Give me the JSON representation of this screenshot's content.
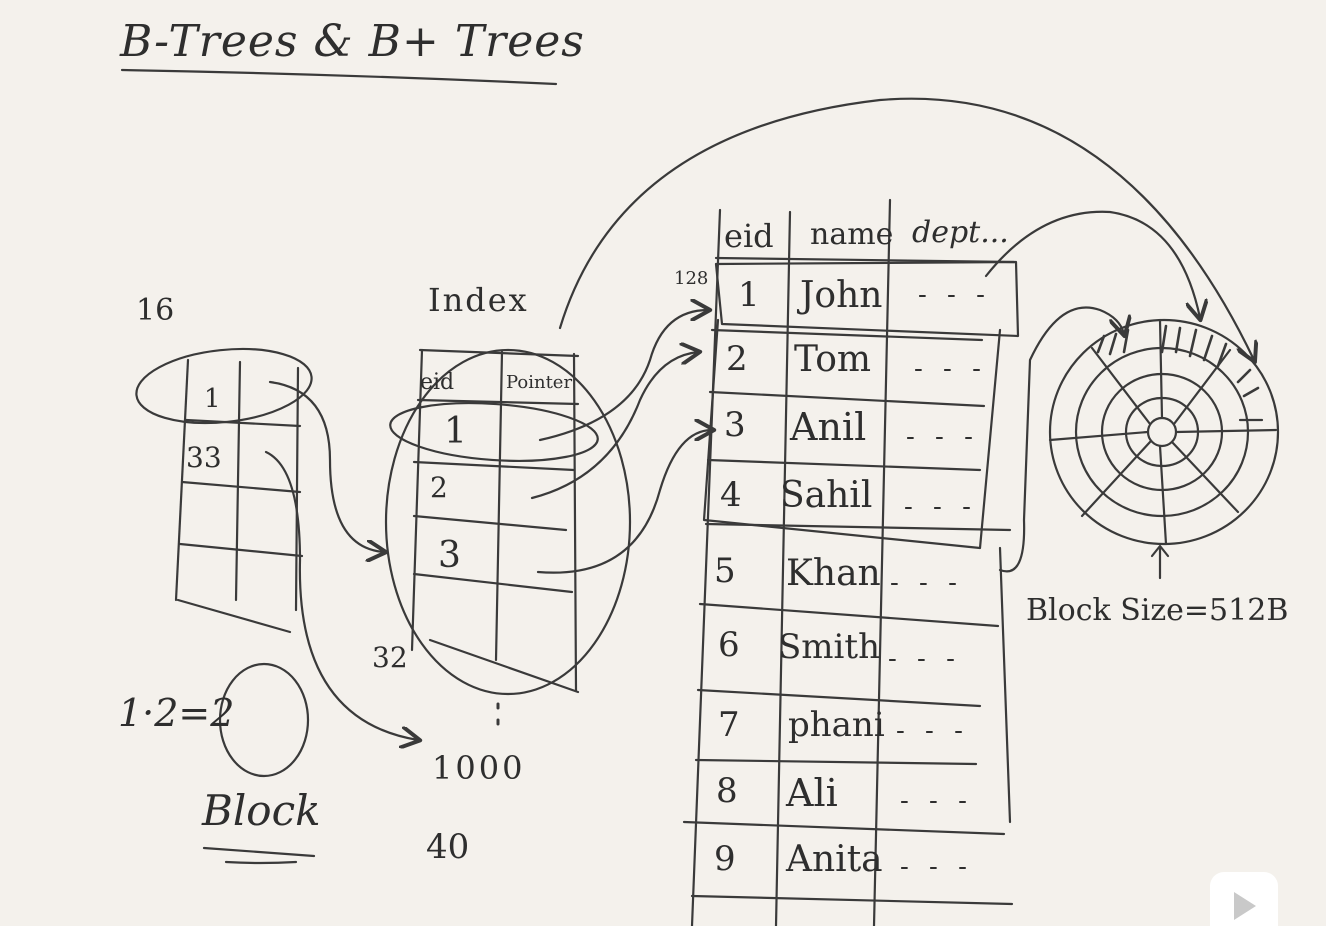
{
  "title": "B-Trees & B+ Trees",
  "left": {
    "count": "16",
    "values": [
      "1",
      "33"
    ],
    "last_value": "32",
    "equation": "1·2=2",
    "block_label": "Block"
  },
  "index": {
    "label": "Index",
    "headers": [
      "eid",
      "Pointer"
    ],
    "rows": [
      "1",
      "2",
      "3"
    ],
    "bottom_value": "1000",
    "count": "40"
  },
  "table": {
    "offset": "128",
    "headers": [
      "eid",
      "name",
      "dept..."
    ],
    "rows": [
      {
        "eid": "1",
        "name": "John",
        "dept": "- - -"
      },
      {
        "eid": "2",
        "name": "Tom",
        "dept": "- - -"
      },
      {
        "eid": "3",
        "name": "Anil",
        "dept": "- - -"
      },
      {
        "eid": "4",
        "name": "Sahil",
        "dept": "- - -"
      },
      {
        "eid": "5",
        "name": "Khan",
        "dept": "- - -"
      },
      {
        "eid": "6",
        "name": "Smith",
        "dept": "- - -"
      },
      {
        "eid": "7",
        "name": "phani",
        "dept": "- - -"
      },
      {
        "eid": "8",
        "name": "Ali",
        "dept": "- - -"
      },
      {
        "eid": "9",
        "name": "Anita",
        "dept": "- - -"
      }
    ]
  },
  "disk": {
    "block_size_label": "Block Size=512B"
  },
  "icons": {
    "watermark": "play-icon"
  }
}
